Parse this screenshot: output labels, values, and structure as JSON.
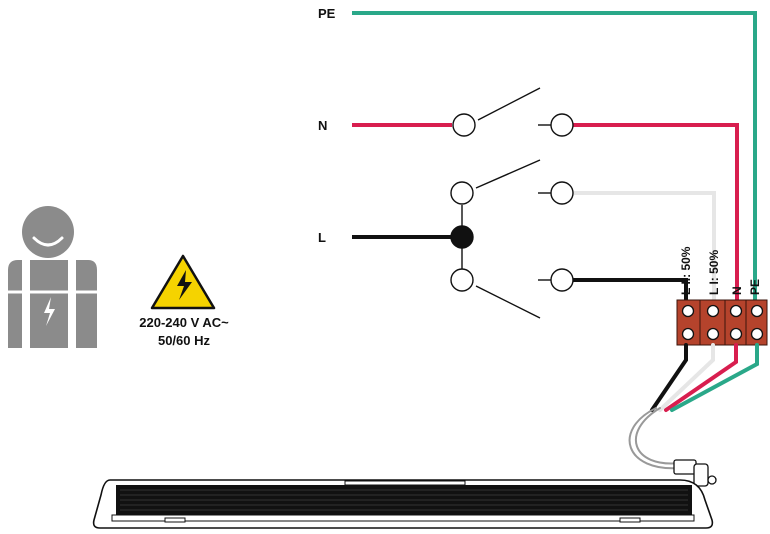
{
  "wires": {
    "pe_label": "PE",
    "n_label": "N",
    "l_label": "L"
  },
  "terminals": {
    "t1": "L  II: 50%",
    "t2": "L  I: 50%",
    "t3": "N",
    "t4": "PE"
  },
  "warning": {
    "voltage": "220-240 V AC~",
    "frequency": "50/60 Hz",
    "icon": "high-voltage-warning-icon"
  },
  "colors": {
    "pe": "#2aa889",
    "n": "#d81e4f",
    "l": "#111111",
    "l_off": "#e6e6e6",
    "terminal_block": "#b5432c",
    "warning_yellow": "#f5d300",
    "figure_gray": "#8b8b8b"
  },
  "icons": [
    "electrician-icon",
    "high-voltage-warning-icon",
    "heater-device"
  ]
}
